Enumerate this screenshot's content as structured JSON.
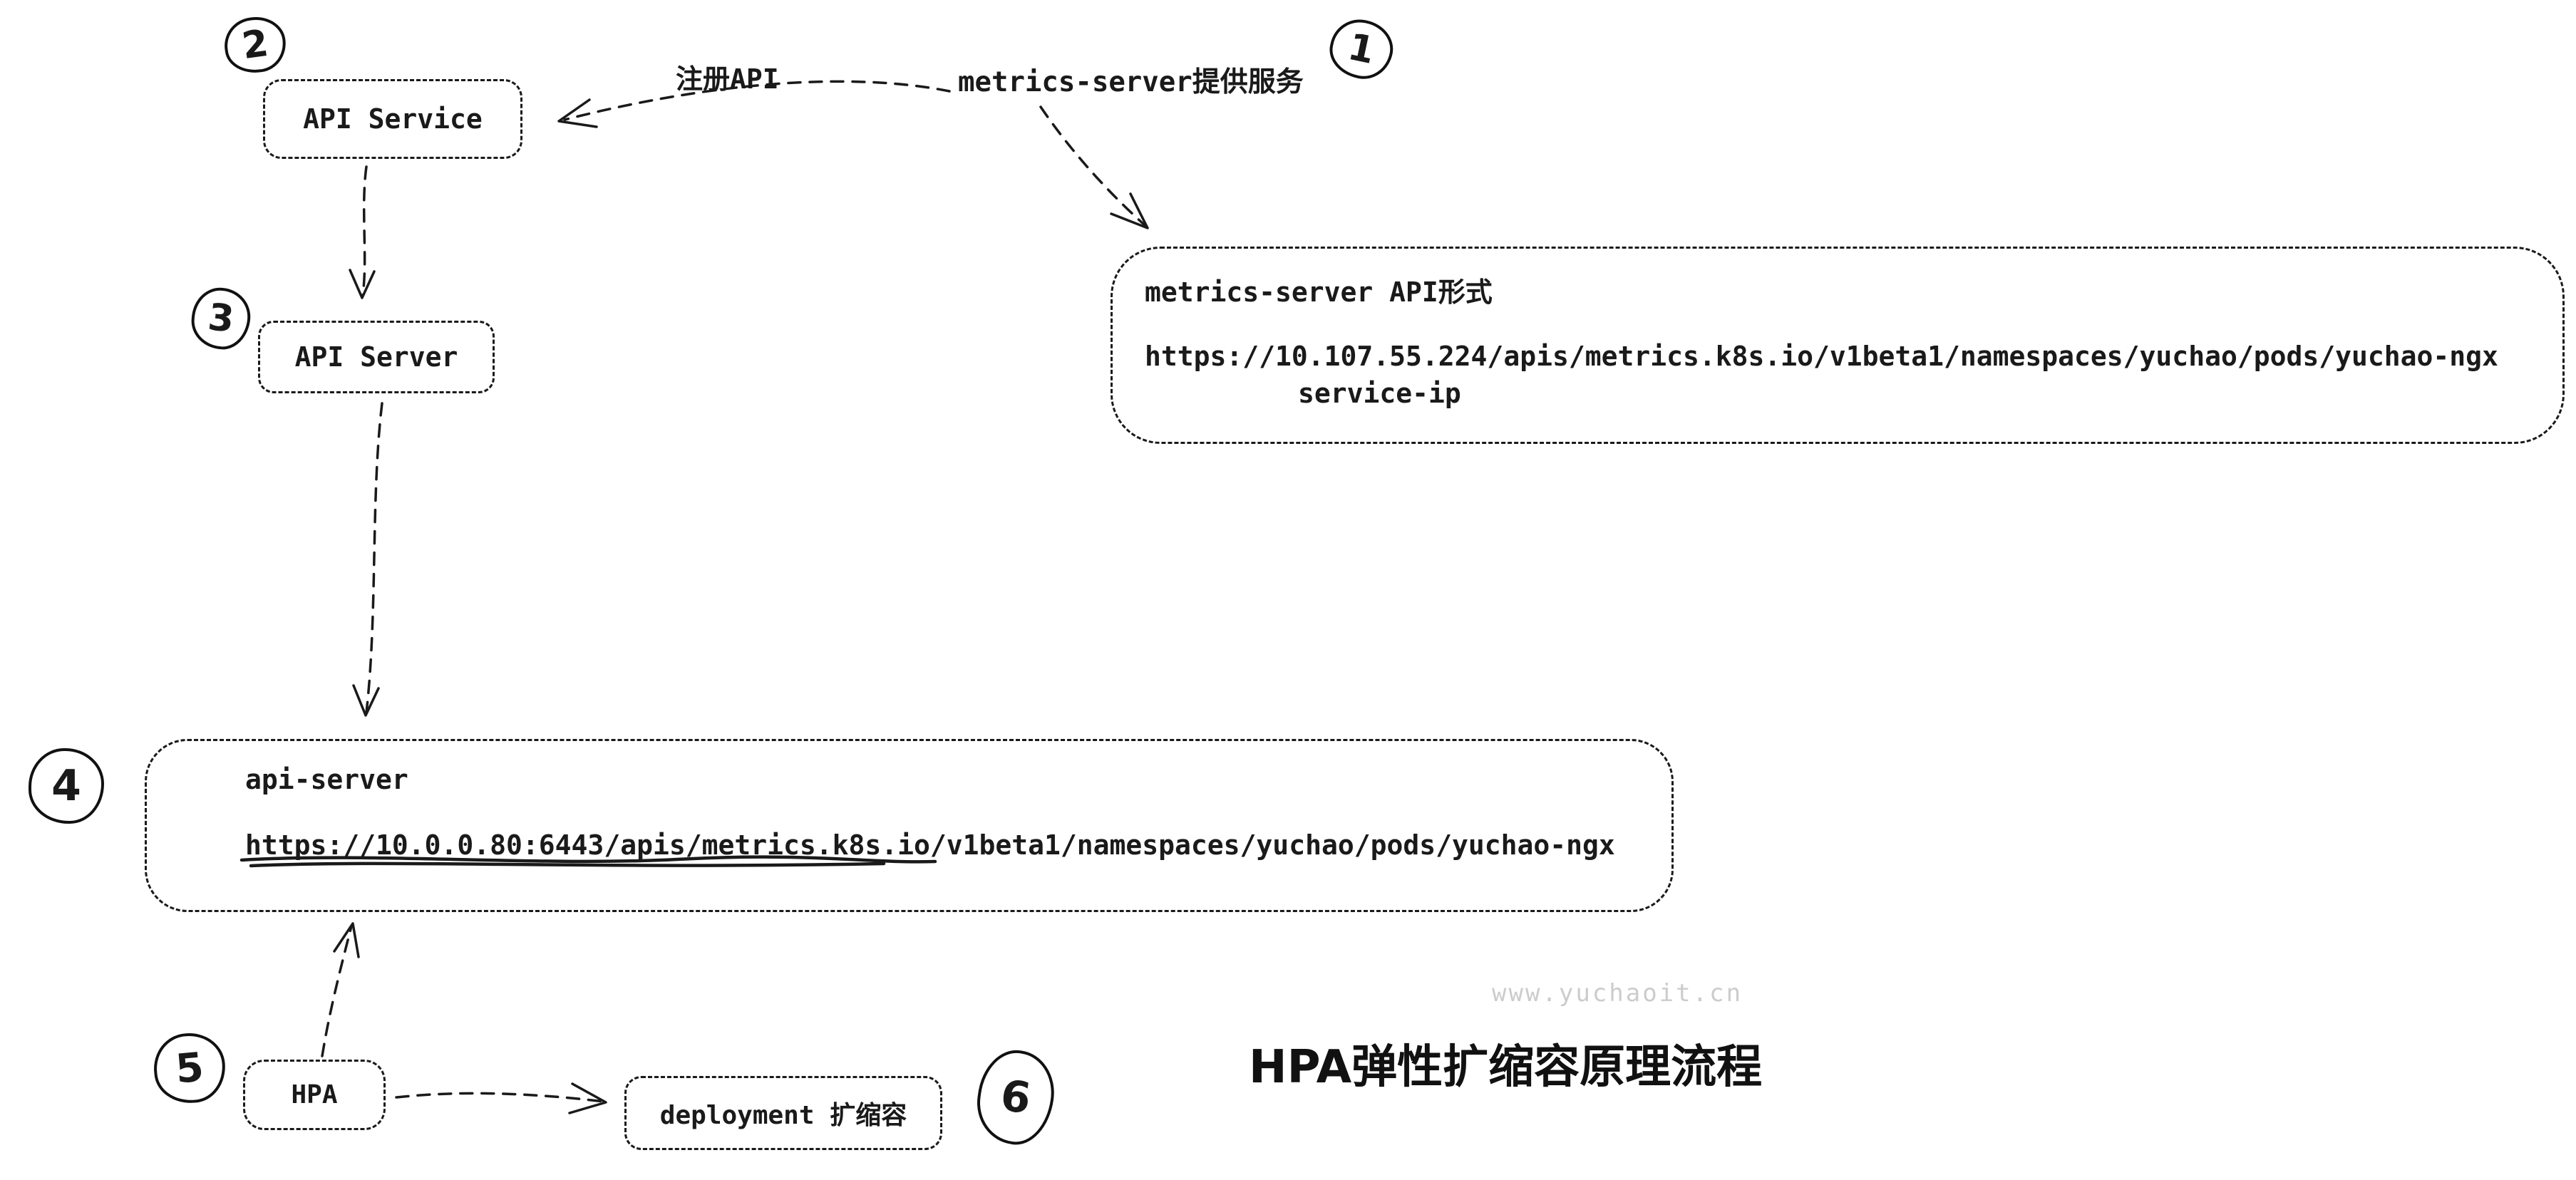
{
  "title": "HPA弹性扩缩容原理流程",
  "watermark": "www.yuchaoit.cn",
  "steps": [
    "1",
    "2",
    "3",
    "4",
    "5",
    "6"
  ],
  "labels": {
    "register_api": "注册API",
    "metrics_provides": "metrics-server提供服务"
  },
  "nodes": {
    "api_service": "API Service",
    "api_server": "API Server",
    "hpa": "HPA",
    "deployment": "deployment 扩缩容"
  },
  "metrics_box": {
    "title": "metrics-server  API形式",
    "url": "https://10.107.55.224/apis/metrics.k8s.io/v1beta1/namespaces/yuchao/pods/yuchao-ngx",
    "note": "service-ip"
  },
  "apiserver_box": {
    "title": "api-server",
    "url": "https://10.0.0.80:6443/apis/metrics.k8s.io/v1beta1/namespaces/yuchao/pods/yuchao-ngx"
  },
  "colors": {
    "ink": "#1a1a1a",
    "watermark": "#cccccc"
  }
}
